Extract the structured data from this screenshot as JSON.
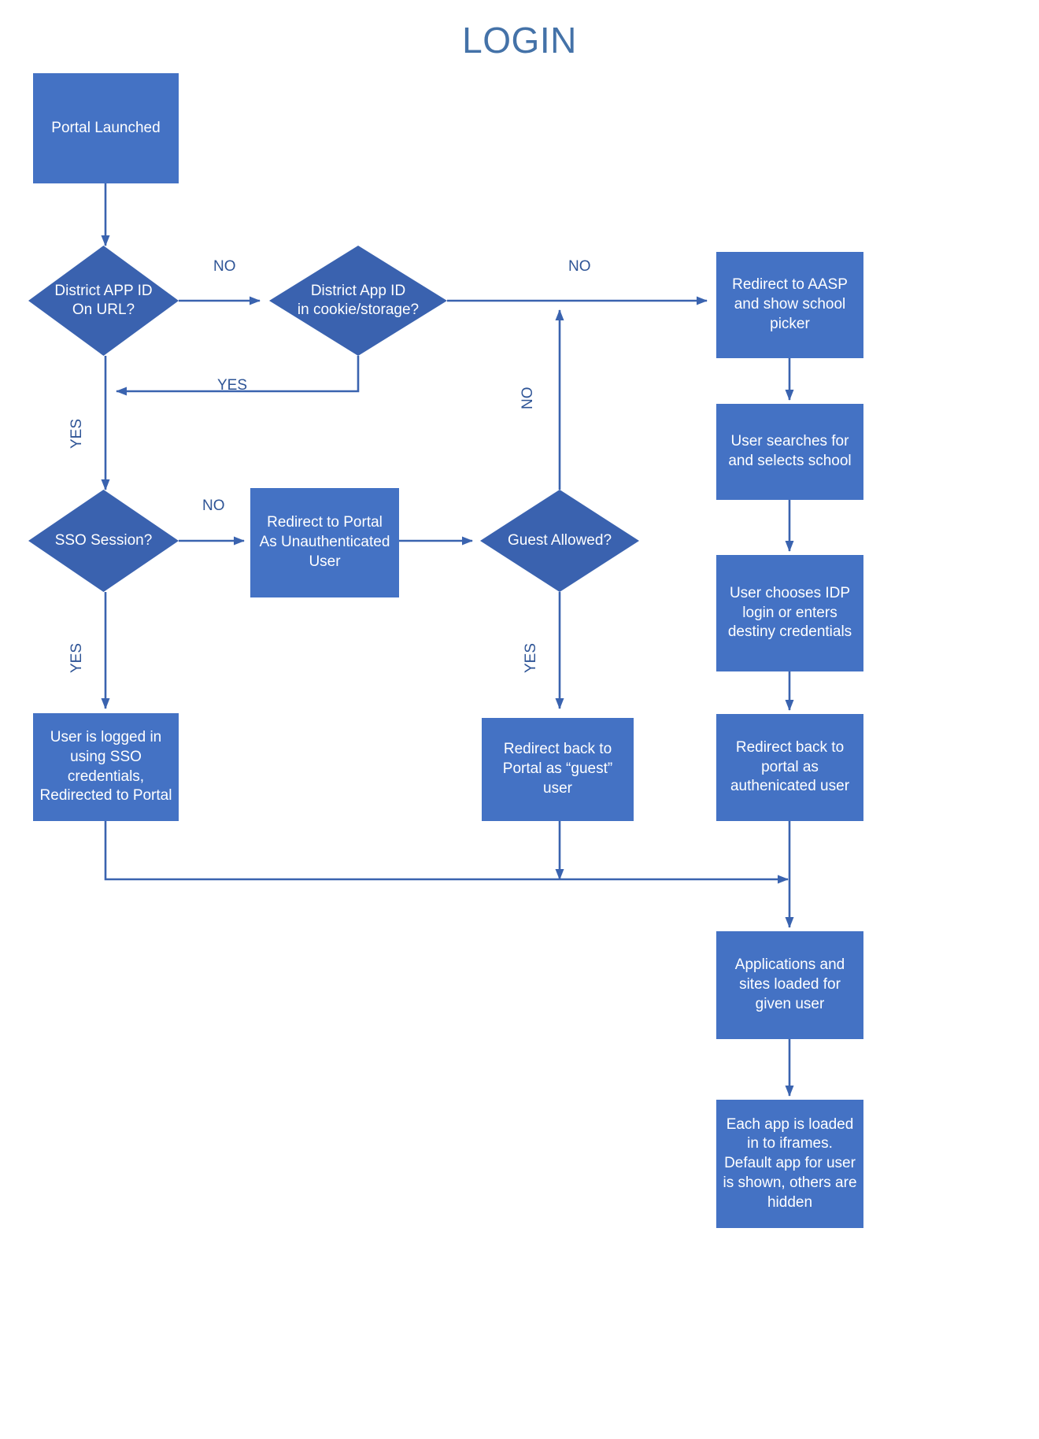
{
  "title": "LOGIN",
  "colors": {
    "node_fill": "#4472C4",
    "diamond_fill": "#3A62AF",
    "node_text": "#FFFFFF",
    "label_text": "#2E5496",
    "title_text": "#4472A8",
    "connector": "#3A63AF",
    "background": "#FFFFFF"
  },
  "chart_data": {
    "type": "diagram",
    "title": "LOGIN",
    "nodes": [
      {
        "id": "portal-launched",
        "shape": "process",
        "label": "Portal Launched"
      },
      {
        "id": "district-app-id-url",
        "shape": "decision",
        "label": "District APP ID\nOn URL?"
      },
      {
        "id": "district-app-id-cookie",
        "shape": "decision",
        "label": "District App ID\nin cookie/storage?"
      },
      {
        "id": "redirect-aasp",
        "shape": "process",
        "label": "Redirect to AASP\nand show school\npicker"
      },
      {
        "id": "user-searches-school",
        "shape": "process",
        "label": "User searches for\nand selects school"
      },
      {
        "id": "user-chooses-idp",
        "shape": "process",
        "label": "User chooses IDP\nlogin or enters\ndestiny credentials"
      },
      {
        "id": "redirect-authenticated",
        "shape": "process",
        "label": "Redirect back to\nportal as\nauthenicated user"
      },
      {
        "id": "sso-session",
        "shape": "decision",
        "label": "SSO Session?"
      },
      {
        "id": "redirect-unauth",
        "shape": "process",
        "label": "Redirect to Portal\nAs Unauthenticated\nUser"
      },
      {
        "id": "guest-allowed",
        "shape": "decision",
        "label": "Guest Allowed?"
      },
      {
        "id": "logged-in-sso",
        "shape": "process",
        "label": "User is logged in\nusing SSO\ncredentials,\nRedirected to Portal"
      },
      {
        "id": "redirect-guest",
        "shape": "process",
        "label": "Redirect back to\nPortal as “guest”\nuser"
      },
      {
        "id": "apps-loaded",
        "shape": "process",
        "label": "Applications and\nsites loaded for\ngiven user"
      },
      {
        "id": "iframes-loaded",
        "shape": "process",
        "label": "Each app is loaded\nin to iframes.\nDefault app for user\nis shown, others are\nhidden"
      }
    ],
    "edges": [
      {
        "from": "portal-launched",
        "to": "district-app-id-url",
        "label": ""
      },
      {
        "from": "district-app-id-url",
        "to": "district-app-id-cookie",
        "label": "NO"
      },
      {
        "from": "district-app-id-cookie",
        "to": "district-app-id-url",
        "label": "YES"
      },
      {
        "from": "district-app-id-cookie",
        "to": "redirect-aasp",
        "label": "NO"
      },
      {
        "from": "district-app-id-url",
        "to": "sso-session",
        "label": "YES"
      },
      {
        "from": "sso-session",
        "to": "redirect-unauth",
        "label": "NO"
      },
      {
        "from": "redirect-unauth",
        "to": "guest-allowed",
        "label": ""
      },
      {
        "from": "guest-allowed",
        "to": "redirect-aasp",
        "label": "NO"
      },
      {
        "from": "guest-allowed",
        "to": "redirect-guest",
        "label": "YES"
      },
      {
        "from": "sso-session",
        "to": "logged-in-sso",
        "label": "YES"
      },
      {
        "from": "redirect-aasp",
        "to": "user-searches-school",
        "label": ""
      },
      {
        "from": "user-searches-school",
        "to": "user-chooses-idp",
        "label": ""
      },
      {
        "from": "user-chooses-idp",
        "to": "redirect-authenticated",
        "label": ""
      },
      {
        "from": "logged-in-sso",
        "to": "apps-loaded",
        "label": ""
      },
      {
        "from": "redirect-guest",
        "to": "apps-loaded",
        "label": ""
      },
      {
        "from": "redirect-authenticated",
        "to": "apps-loaded",
        "label": ""
      },
      {
        "from": "apps-loaded",
        "to": "iframes-loaded",
        "label": ""
      }
    ],
    "edge_labels": [
      {
        "id": "no-url-to-cookie",
        "text": "NO",
        "orientation": "horizontal"
      },
      {
        "id": "no-cookie-to-aasp",
        "text": "NO",
        "orientation": "horizontal"
      },
      {
        "id": "yes-cookie-back",
        "text": "YES",
        "orientation": "horizontal"
      },
      {
        "id": "yes-url-to-sso",
        "text": "YES",
        "orientation": "vertical"
      },
      {
        "id": "no-sso-to-unauth",
        "text": "NO",
        "orientation": "horizontal"
      },
      {
        "id": "no-guest-to-aasp",
        "text": "NO",
        "orientation": "vertical"
      },
      {
        "id": "yes-sso-to-loggedin",
        "text": "YES",
        "orientation": "vertical"
      },
      {
        "id": "yes-guest-to-guestbox",
        "text": "YES",
        "orientation": "vertical"
      }
    ]
  },
  "nodes": {
    "portal_launched": "Portal Launched",
    "district_app_id_url": "District APP ID\nOn URL?",
    "district_app_id_cookie": "District App ID\nin cookie/storage?",
    "redirect_aasp": "Redirect to AASP\nand show school\npicker",
    "user_searches_school": "User searches for\nand selects school",
    "user_chooses_idp": "User chooses IDP\nlogin or enters\ndestiny credentials",
    "redirect_authenticated": "Redirect back to\nportal as\nauthenicated user",
    "sso_session": "SSO Session?",
    "redirect_unauth": "Redirect to Portal\nAs Unauthenticated\nUser",
    "guest_allowed": "Guest Allowed?",
    "logged_in_sso": "User is logged in\nusing SSO\ncredentials,\nRedirected to Portal",
    "redirect_guest": "Redirect back to\nPortal as “guest”\nuser",
    "apps_loaded": "Applications and\nsites loaded for\ngiven user",
    "iframes_loaded": "Each app is loaded\nin to iframes.\nDefault app for user\nis shown, others are\nhidden"
  },
  "labels": {
    "no_url_to_cookie": "NO",
    "no_cookie_to_aasp": "NO",
    "yes_cookie_back": "YES",
    "yes_url_to_sso": "YES",
    "no_sso_to_unauth": "NO",
    "no_guest_to_aasp": "NO",
    "yes_sso_to_loggedin": "YES",
    "yes_guest_to_guestbox": "YES"
  }
}
